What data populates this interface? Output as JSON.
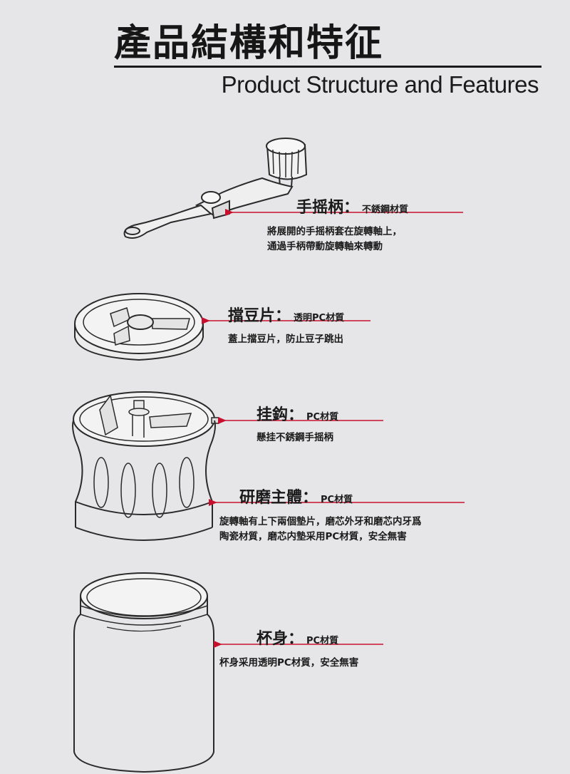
{
  "header": {
    "title_zh": "產品結構和特征",
    "title_en": "Product Structure and Features"
  },
  "accent_color": "#c8102e",
  "parts": [
    {
      "name": "手摇柄：",
      "material": "不銹鋼材質",
      "desc": [
        "將展開的手摇柄套在旋轉軸上，",
        "通過手柄帶動旋轉軸來轉動"
      ]
    },
    {
      "name": "擋豆片：",
      "material": "透明PC材質",
      "desc": [
        "蓋上擋豆片，防止豆子跳出"
      ]
    },
    {
      "name": "挂鈎：",
      "material": "PC材質",
      "desc": [
        "懸挂不銹鋼手摇柄"
      ]
    },
    {
      "name": "研磨主體：",
      "material": "PC材質",
      "desc": [
        "旋轉軸有上下兩個墊片，磨芯外牙和磨芯内牙爲",
        "陶瓷材質，磨芯内墊采用PC材質，安全無害"
      ]
    },
    {
      "name": "杯身：",
      "material": "PC材質",
      "desc": [
        "杯身采用透明PC材質，安全無害"
      ]
    }
  ]
}
